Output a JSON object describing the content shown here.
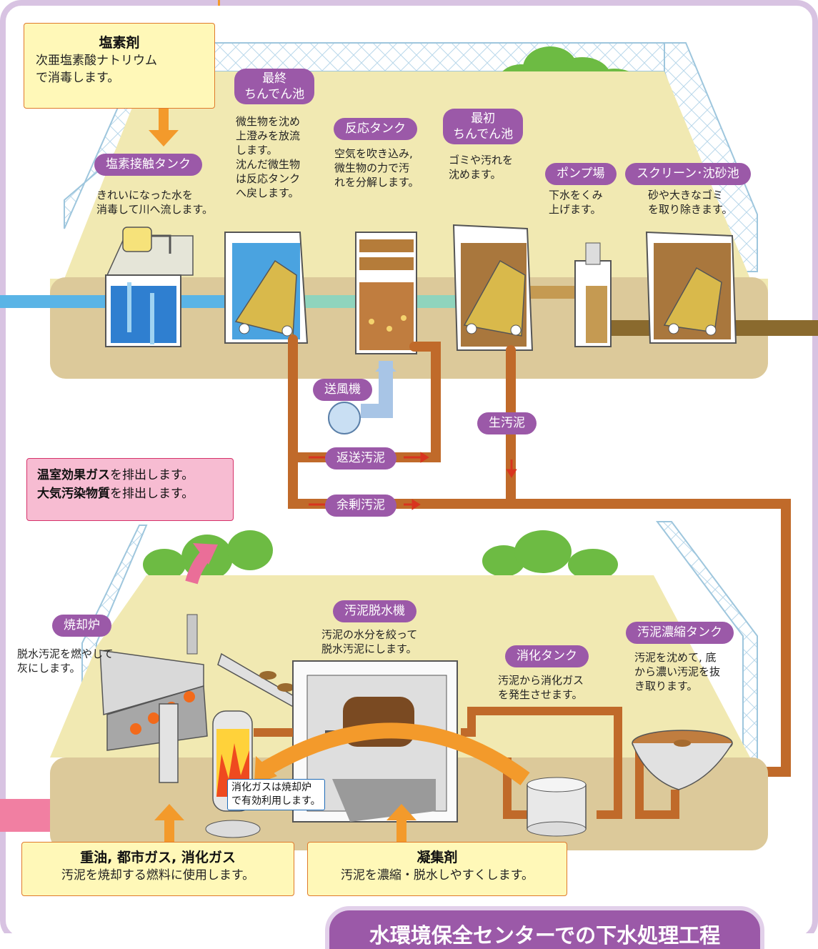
{
  "title": "水環境保全センターでの下水処理工程",
  "chlorine": {
    "title": "塩素剤",
    "line1": "次亜塩素酸ナトリウム",
    "line2": "で消毒します。"
  },
  "stations": {
    "chlorine_tank": {
      "label": "塩素接触タンク",
      "desc": [
        "きれいになった水を",
        "消毒して川へ流します。"
      ]
    },
    "final_settling": {
      "label": [
        "最終",
        "ちんでん池"
      ],
      "desc": [
        "微生物を沈め",
        "上澄みを放流",
        "します。",
        "沈んだ微生物",
        "は反応タンク",
        "へ戻します。"
      ]
    },
    "reaction_tank": {
      "label": "反応タンク",
      "desc": [
        "空気を吹き込み,",
        "微生物の力で汚",
        "れを分解します。"
      ]
    },
    "first_settling": {
      "label": [
        "最初",
        "ちんでん池"
      ],
      "desc": [
        "ゴミや汚れを",
        "沈めます。"
      ]
    },
    "pump": {
      "label": "ポンプ場",
      "desc": [
        "下水をくみ",
        "上げます。"
      ]
    },
    "screen": {
      "label": "スクリーン･沈砂池",
      "desc": [
        "砂や大きなゴミ",
        "を取り除きます。"
      ]
    },
    "incinerator": {
      "label": "焼却炉",
      "desc": [
        "脱水汚泥を燃やして",
        "灰にします。"
      ]
    },
    "dewatering": {
      "label": "汚泥脱水機",
      "desc": [
        "汚泥の水分を絞って",
        "脱水汚泥にします。"
      ]
    },
    "digestion": {
      "label": "消化タンク",
      "desc": [
        "汚泥から消化ガス",
        "を発生させます。"
      ]
    },
    "thickening": {
      "label": "汚泥濃縮タンク",
      "desc": [
        "汚泥を沈めて, 底",
        "から濃い汚泥を抜",
        "き取ります。"
      ]
    }
  },
  "flows": {
    "blower": "送風機",
    "raw_sludge": "生汚泥",
    "return_sludge": "返送汚泥",
    "excess_sludge": "余剰汚泥"
  },
  "emission": {
    "line1_bold": "温室効果ガス",
    "line1_rest": "を排出します。",
    "line2_bold": "大気汚染物質",
    "line2_rest": "を排出します。"
  },
  "gas_note": [
    "消化ガスは焼却炉",
    "で有効利用します。"
  ],
  "fuel": {
    "title": "重油, 都市ガス, 消化ガス",
    "desc": "汚泥を焼却する燃料に使用します。"
  },
  "coagulant": {
    "title": "凝集剤",
    "desc": "汚泥を濃縮・脱水しやすくします。"
  },
  "colors": {
    "border": "#d8c3e2",
    "label": "#9b59a8",
    "ground": "#f1e9b2",
    "soil": "#dcc99a",
    "water": "#5ab4e6",
    "sludge": "#c06a2a",
    "arrow": "#f39a2b",
    "bush": "#6dbb43"
  }
}
